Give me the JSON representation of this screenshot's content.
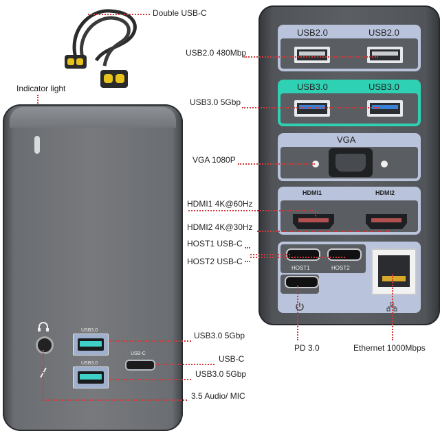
{
  "cable_label": "Double USB-C",
  "front": {
    "indicator_label": "Indicator light",
    "port_usb3_top": "USB3.0",
    "port_usb3_bottom": "USB3.0",
    "port_usbc": "USB-C",
    "callouts": {
      "usb3_top": "USB3.0 5Gbp",
      "usbc": "USB-C",
      "usb3_bottom": "USB3.0 5Gbp",
      "audio": "3.5 Audio/ MIC"
    }
  },
  "back": {
    "usb2_left": "USB2.0",
    "usb2_right": "USB2.0",
    "usb3_left": "USB3.0",
    "usb3_right": "USB3.0",
    "vga": "VGA",
    "hdmi1": "HDMI1",
    "hdmi2": "HDMI2",
    "host1": "HOST1",
    "host2": "HOST2",
    "callouts": {
      "usb2": "USB2.0 480Mbp",
      "usb3": "USB3.0 5Gbp",
      "vga": "VGA 1080P",
      "hdmi1": "HDMI1 4K@60Hz",
      "hdmi2": "HDMI2 4K@30Hz",
      "host1": "HOST1 USB-C",
      "host2": "HOST2 USB-C",
      "pd": "PD 3.0",
      "ethernet": "Ethernet 1000Mbps"
    }
  },
  "colors": {
    "accent_teal": "#2fd1b4",
    "panel_lavender": "#b9c3dc",
    "callout_red": "#d23a3a",
    "body_gray": "#6a6d71"
  },
  "icons": [
    "usb-c-cable",
    "headphone-icon",
    "mic-icon",
    "power-icon",
    "network-icon"
  ]
}
